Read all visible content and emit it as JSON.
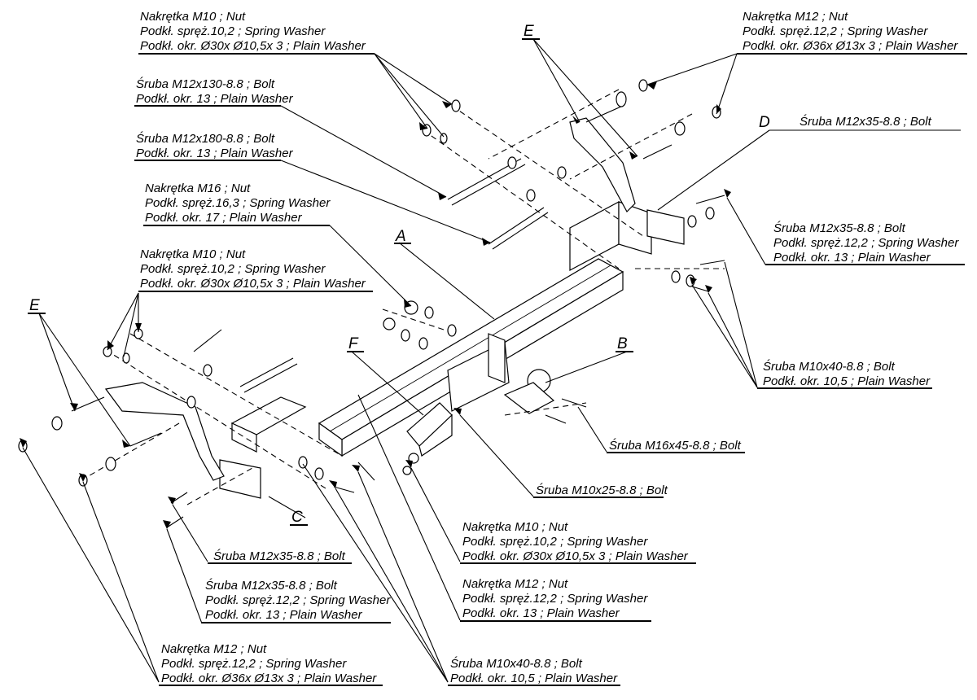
{
  "labels": {
    "tl_nut_m10": [
      "Nakrętka  M10 ; Nut",
      "Podkł. spręż.10,2 ; Spring Washer",
      "Podkł. okr.  Ø30x Ø10,5x 3 ; Plain Washer"
    ],
    "bolt_m12x130": [
      "Śruba M12x130-8.8 ;  Bolt",
      "Podkł. okr. 13 ; Plain Washer"
    ],
    "bolt_m12x180": [
      "Śruba M12x180-8.8 ;  Bolt",
      "Podkł. okr. 13 ; Plain Washer"
    ],
    "nut_m16": [
      "Nakrętka  M16 ; Nut",
      "Podkł. spręż.16,3 ; Spring Washer",
      "Podkł. okr. 17 ; Plain Washer"
    ],
    "ml_nut_m10": [
      "Nakrętka  M10 ; Nut",
      "Podkł. spręż.10,2 ; Spring Washer",
      "Podkł. okr.  Ø30x Ø10,5x 3 ; Plain Washer"
    ],
    "tr_nut_m12": [
      "Nakrętka  M12 ; Nut",
      "Podkł. spręż.12,2 ; Spring Washer",
      "Podkł. okr.  Ø36x Ø13x 3 ; Plain Washer"
    ],
    "r_bolt_m12x35": [
      "Śruba M12x35-8.8 ;  Bolt"
    ],
    "r_bolt_m12x35_set": [
      "Śruba M12x35-8.8 ;  Bolt",
      "Podkł. spręż.12,2 ; Spring Washer",
      "Podkł. okr. 13 ; Plain Washer"
    ],
    "r_bolt_m10x40": [
      "Śruba M10x40-8.8 ;  Bolt",
      "Podkł. okr. 10,5 ; Plain Washer"
    ],
    "bolt_m16x45": [
      "Śruba M16x45-8.8 ;  Bolt"
    ],
    "bolt_m10x25": [
      "Śruba M10x25-8.8 ;  Bolt"
    ],
    "c_nut_m10": [
      "Nakrętka  M10 ; Nut",
      "Podkł. spręż.10,2 ; Spring Washer",
      "Podkł. okr.  Ø30x Ø10,5x 3 ; Plain Washer"
    ],
    "c_nut_m12": [
      "Nakrętka  M12 ; Nut",
      "Podkł. spręż.12,2 ; Spring Washer",
      "Podkł. okr. 13 ; Plain Washer"
    ],
    "l_bolt_m12x35": [
      "Śruba M12x35-8.8 ;  Bolt"
    ],
    "l_bolt_m12x35_set": [
      "Śruba M12x35-8.8 ;  Bolt",
      "Podkł. spręż.12,2 ; Spring Washer",
      "Podkł. okr. 13 ; Plain Washer"
    ],
    "bl_nut_m12": [
      "Nakrętka  M12 ; Nut",
      "Podkł. spręż.12,2 ; Spring Washer",
      "Podkł. okr.  Ø36x Ø13x 3 ; Plain Washer"
    ],
    "bc_bolt_m10x40": [
      "Śruba M10x40-8.8 ;  Bolt",
      "Podkł. okr. 10,5 ; Plain Washer"
    ]
  },
  "part_tags": {
    "A": "A",
    "B": "B",
    "C": "C",
    "D": "D",
    "E_top": "E",
    "E_left": "E",
    "F": "F"
  }
}
